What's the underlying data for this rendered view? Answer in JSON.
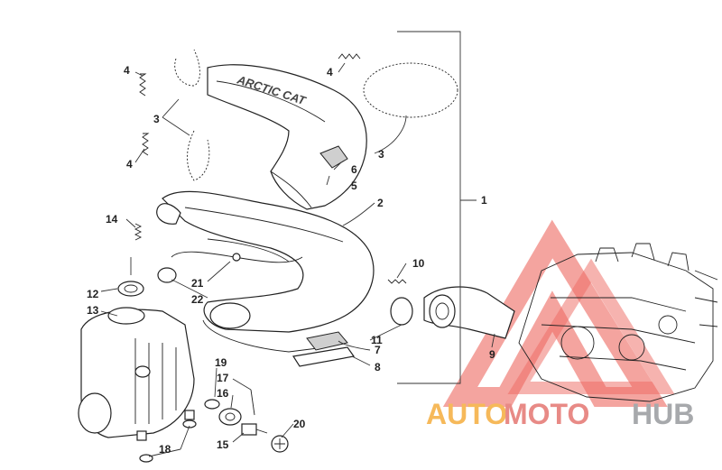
{
  "callouts": {
    "c1": "1",
    "c2": "2",
    "c3a": "3",
    "c3b": "3",
    "c4a": "4",
    "c4b": "4",
    "c4c": "4",
    "c5": "5",
    "c6": "6",
    "c7": "7",
    "c8": "8",
    "c9": "9",
    "c10": "10",
    "c11": "11",
    "c12": "12",
    "c13": "13",
    "c14": "14",
    "c15": "15",
    "c16": "16",
    "c17": "17",
    "c18": "18",
    "c19": "19",
    "c20": "20",
    "c21": "21",
    "c22": "22"
  },
  "brand_text": "ARCTIC CAT",
  "watermark": {
    "part1": "AUTO",
    "part2": "MOTO",
    "part3": "HUB"
  },
  "colors": {
    "logo_triangle": "#e8352b",
    "logo_auto": "#f6b95a",
    "logo_moto": "#e88a86",
    "logo_hub": "#a7a9ac"
  }
}
